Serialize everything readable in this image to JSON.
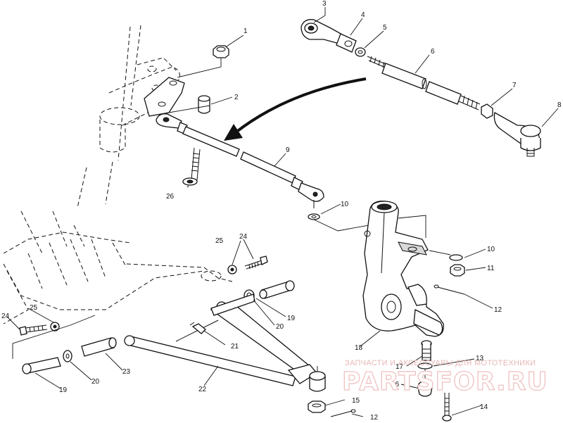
{
  "callouts": {
    "c1": "1",
    "c2": "2",
    "c3": "3",
    "c4": "4",
    "c5": "5",
    "c6": "6",
    "c7": "7",
    "c8": "8",
    "c9": "9",
    "c10a": "10",
    "c10b": "10",
    "c11": "11",
    "c12a": "12",
    "c12b": "12",
    "c13": "13",
    "c14": "14",
    "c15": "15",
    "c16": "16",
    "c17": "17",
    "c18": "18",
    "c19a": "19",
    "c19b": "19",
    "c20a": "20",
    "c20b": "20",
    "c21": "21",
    "c22": "22",
    "c23": "23",
    "c24a": "24",
    "c24b": "24",
    "c25a": "25",
    "c25b": "25",
    "c26": "26"
  },
  "watermark": {
    "tagline": "ЗАПЧАСТИ И АКСЕССУАРЫ ДЛЯ МОТОТЕХНИКИ",
    "brand": "PARTSFOR.RU"
  },
  "colors": {
    "line": "#111111",
    "watermark": "#f0c2c2"
  }
}
